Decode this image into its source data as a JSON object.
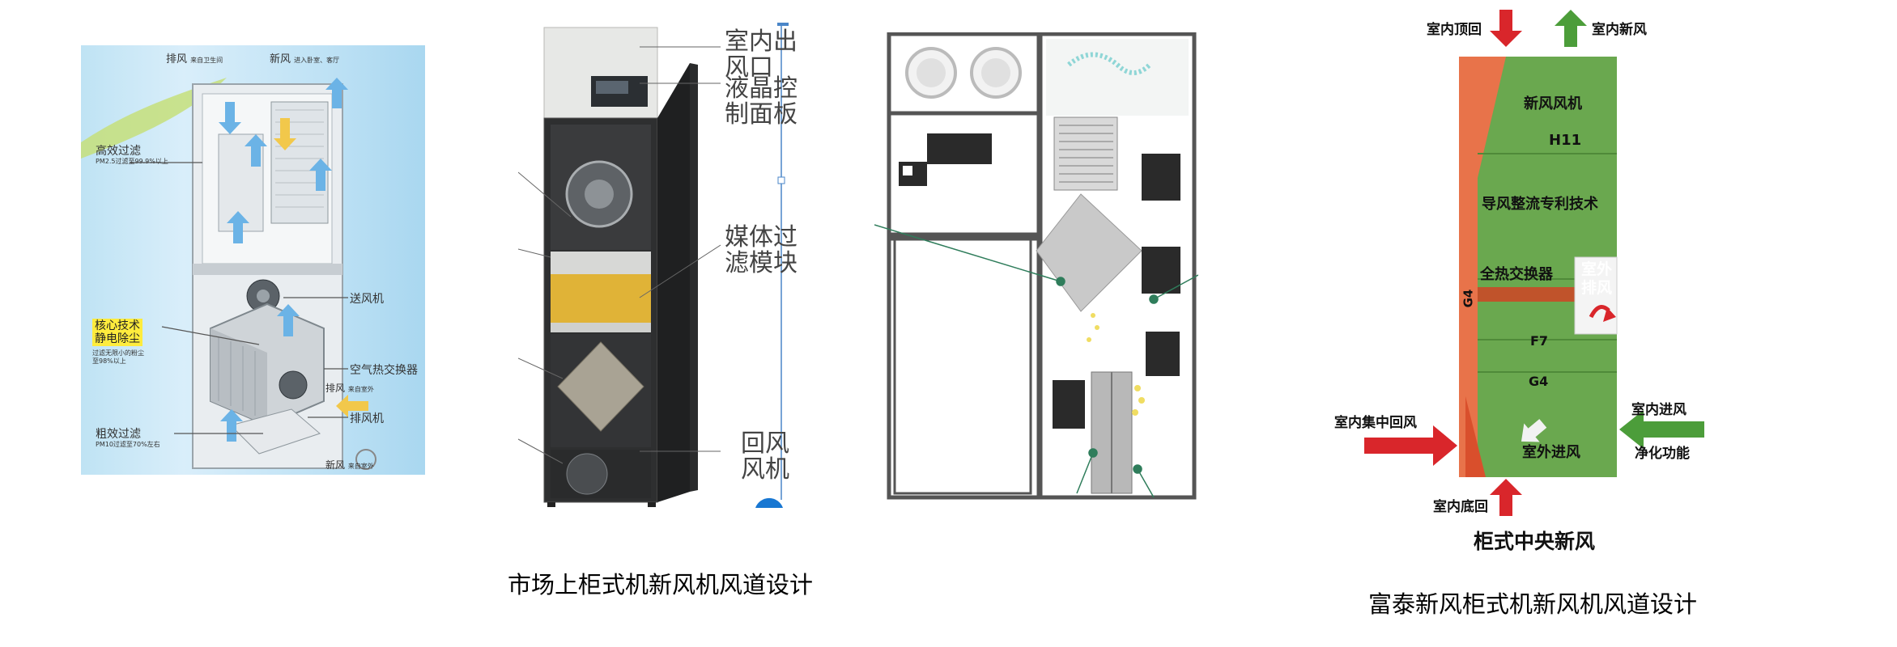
{
  "panel1": {
    "labels": {
      "exhaust_top": "排风",
      "exhaust_top_sub": "来自卫生间",
      "fresh_top": "新风",
      "fresh_top_sub": "进入卧室、客厅",
      "hepa_title": "高效过滤",
      "hepa_sub": "PM2.5过滤至99.9%以上",
      "supply_fan": "送风机",
      "core_title_1": "核心技术",
      "core_title_2": "静电除尘",
      "core_sub_1": "过滤无限小的粉尘",
      "core_sub_2": "至98%以上",
      "heat_exchanger": "空气热交换器",
      "exhaust_mid": "排风",
      "exhaust_mid_sub": "来自室外",
      "exhaust_fan": "排风机",
      "coarse_title": "粗效过滤",
      "coarse_sub": "PM10过滤至70%左右",
      "fresh_bottom": "新风",
      "fresh_bottom_sub": "来自室外"
    }
  },
  "panel2": {
    "labels": {
      "outlet": [
        "室内出",
        "风口"
      ],
      "lcd": [
        "液晶控",
        "制面板"
      ],
      "filter": [
        "媒体过",
        "滤模块"
      ],
      "return_fan": [
        "回风",
        "风机"
      ]
    }
  },
  "panel4": {
    "labels": {
      "top_return": "室内顶回",
      "indoor_fresh": "室内新风",
      "fresh_fan": "新风风机",
      "h11": "H11",
      "patent": "导风整流专利技术",
      "exchanger": "全热交换器",
      "outdoor_exhaust": [
        "室外",
        "排风"
      ],
      "g4_side": "G4",
      "f7": "F7",
      "g4": "G4",
      "outdoor_intake": "室外进风",
      "central_return": "室内集中回风",
      "indoor_intake": "室内进风",
      "purify": "净化功能",
      "bottom_return": "室内底回",
      "title": "柜式中央新风"
    },
    "colors": {
      "green": "#6aa84f",
      "orange": "#e8734a",
      "red": "#d9262b",
      "arrow_green": "#4c9d3a"
    }
  },
  "captions": {
    "left": "市场上柜式机新风机风道设计",
    "right": "富泰新风柜式机新风机风道设计"
  }
}
